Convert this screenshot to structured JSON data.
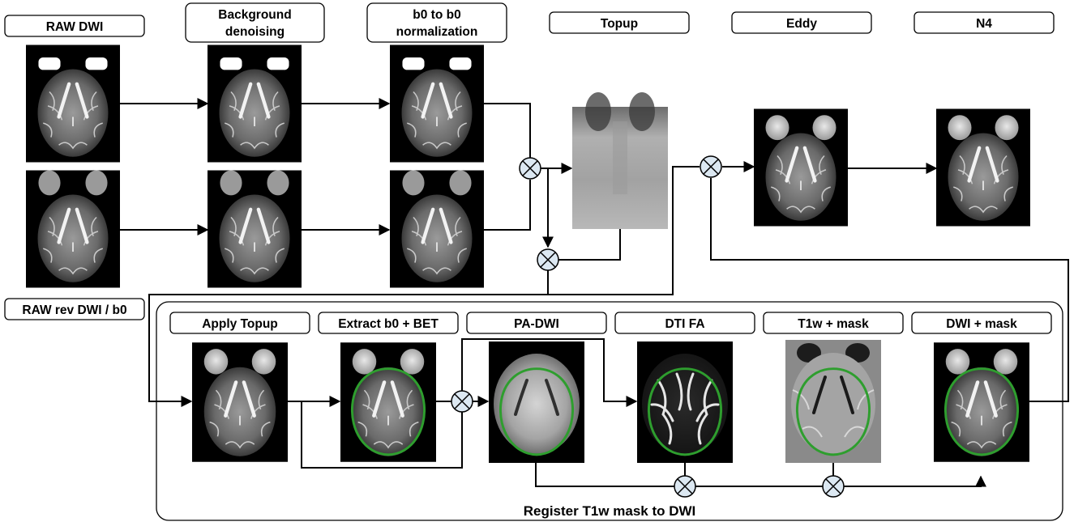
{
  "labels": {
    "raw_dwi": "RAW DWI",
    "raw_rev": "RAW rev DWI / b0",
    "bg_denoise_l1": "Background",
    "bg_denoise_l2": "denoising",
    "b0norm_l1": "b0 to b0",
    "b0norm_l2": "normalization",
    "topup": "Topup",
    "eddy": "Eddy",
    "n4": "N4",
    "apply_topup": "Apply Topup",
    "extract_bet": "Extract b0 + BET",
    "pa_dwi": "PA-DWI",
    "dti_fa": "DTI FA",
    "t1w_mask": "T1w + mask",
    "dwi_mask": "DWI + mask",
    "register": "Register T1w mask to DWI"
  },
  "colors": {
    "mask_outline": "#2e9e2e",
    "combine_node": "#dce8f2",
    "image_bg": "#000000",
    "t1w_bg": "#8a8a8a",
    "topup_field": "#a8a8a8"
  }
}
